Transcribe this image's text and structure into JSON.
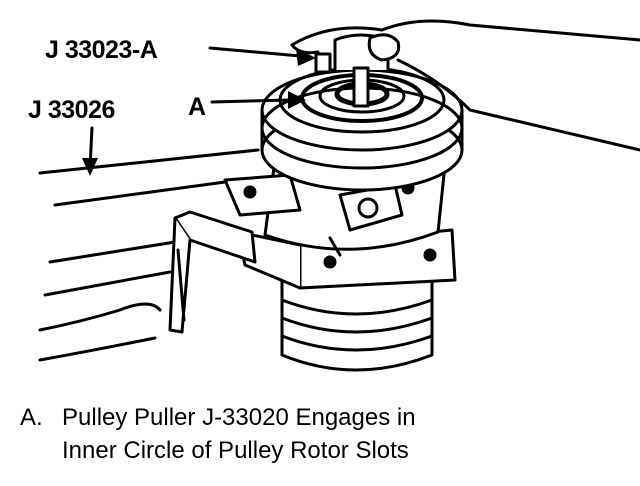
{
  "figure": {
    "callouts": {
      "tool_j33023a": "J 33023-A",
      "tool_j33026": "J 33026",
      "item_a": "A"
    },
    "caption": {
      "marker": "A.",
      "line1": "Pulley Puller J-33020 Engages in",
      "line2": "Inner Circle of Pulley Rotor Slots"
    }
  },
  "colors": {
    "ink": "#000000",
    "paper": "#ffffff"
  }
}
